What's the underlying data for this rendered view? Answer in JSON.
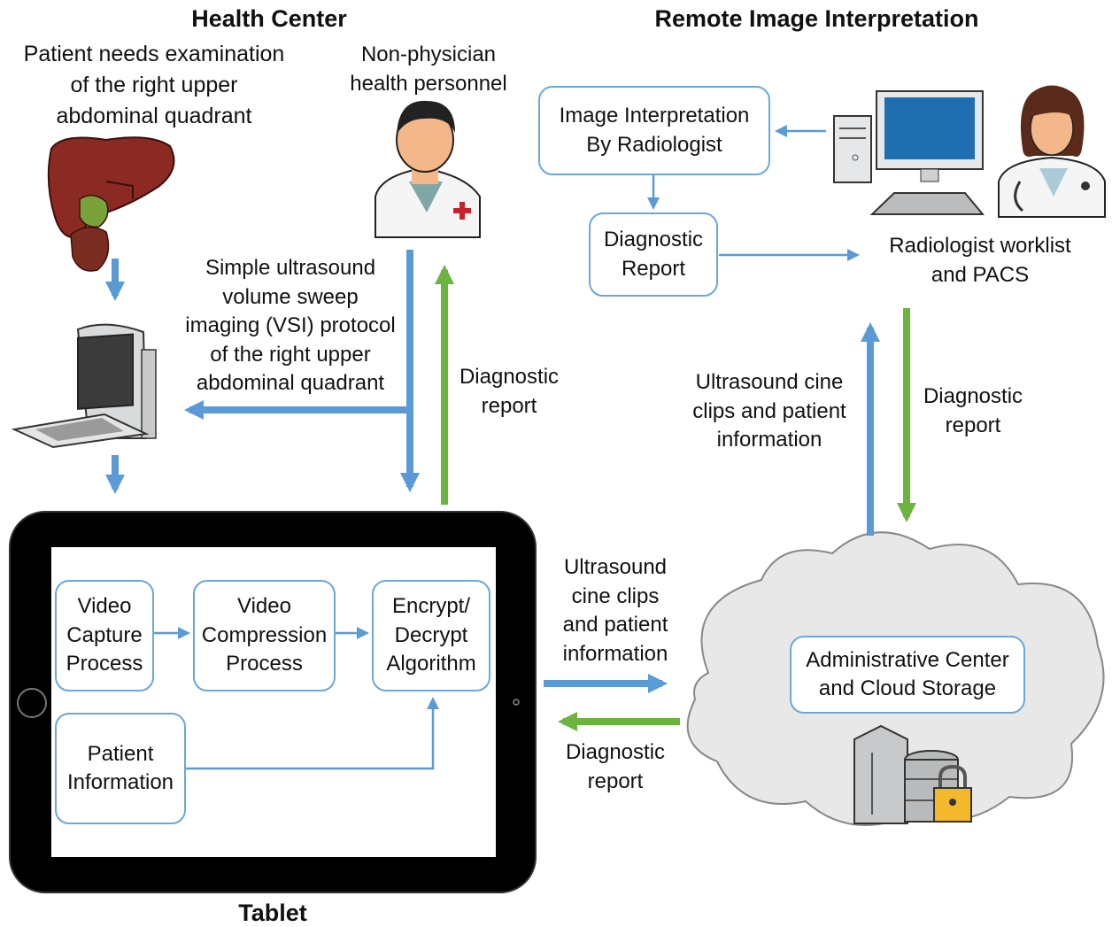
{
  "health_center": {
    "title": "Health Center",
    "patient_text": "Patient needs examination\nof the right upper\nabdominal quadrant",
    "personnel_text": "Non-physician\nhealth personnel",
    "vsi_text": "Simple ultrasound\nvolume sweep\nimaging (VSI) protocol\nof the right upper\nabdominal quadrant",
    "report_text": "Diagnostic\nreport"
  },
  "remote": {
    "title": "Remote Image Interpretation",
    "interpretation_box": "Image Interpretation\nBy Radiologist",
    "report_box": "Diagnostic\nReport",
    "worklist_text": "Radiologist worklist\nand PACS",
    "cine_text": "Ultrasound cine\nclips and patient\ninformation",
    "report_text": "Diagnostic\nreport"
  },
  "tablet": {
    "title": "Tablet",
    "video_capture": "Video\nCapture\nProcess",
    "video_compression": "Video\nCompression\nProcess",
    "encrypt": "Encrypt/\nDecrypt\nAlgorithm",
    "patient_info": "Patient\nInformation"
  },
  "transfer": {
    "cine_text": "Ultrasound\ncine clips\nand patient\ninformation",
    "report_text": "Diagnostic\nreport"
  },
  "cloud": {
    "admin_box": "Administrative Center\nand Cloud Storage"
  },
  "colors": {
    "blue_arrow": "#5b9bd5",
    "green_arrow": "#6db33f",
    "box_border": "#6aa8d8"
  }
}
